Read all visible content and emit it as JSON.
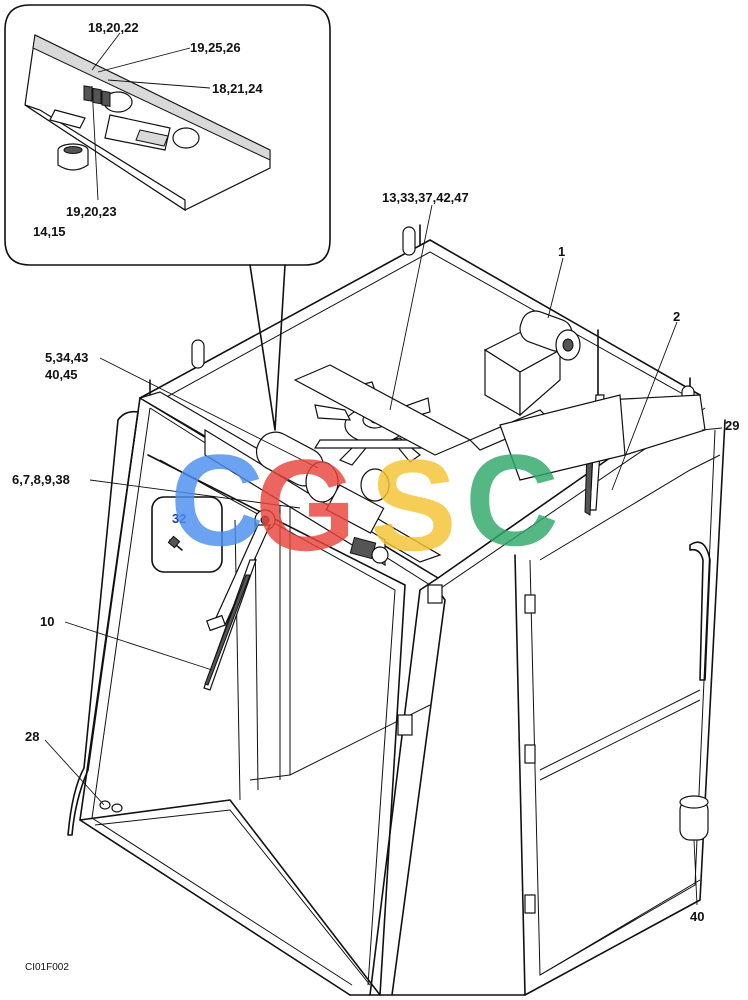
{
  "diagram": {
    "figure_code": "CI01F002",
    "watermark": {
      "letters": [
        "C",
        "G",
        "S",
        "C"
      ],
      "colors": [
        "#4d8ef0",
        "#e8453c",
        "#f5c331",
        "#2fa86a"
      ]
    },
    "callouts": [
      {
        "id": "c1",
        "text": "18,20,22"
      },
      {
        "id": "c2",
        "text": "19,25,26"
      },
      {
        "id": "c3",
        "text": "18,21,24"
      },
      {
        "id": "c4",
        "text": "19,20,23"
      },
      {
        "id": "c5",
        "text": "14,15"
      },
      {
        "id": "c6",
        "text": "13,33,37,42,47"
      },
      {
        "id": "c7",
        "text": "1"
      },
      {
        "id": "c8",
        "text": "2"
      },
      {
        "id": "c9",
        "text": "29"
      },
      {
        "id": "c10",
        "text": "5,34,43"
      },
      {
        "id": "c11",
        "text": "40,45"
      },
      {
        "id": "c12",
        "text": "6,7,8,9,38"
      },
      {
        "id": "c13",
        "text": "32"
      },
      {
        "id": "c14",
        "text": "10"
      },
      {
        "id": "c15",
        "text": "28"
      },
      {
        "id": "c16",
        "text": "40"
      }
    ]
  }
}
